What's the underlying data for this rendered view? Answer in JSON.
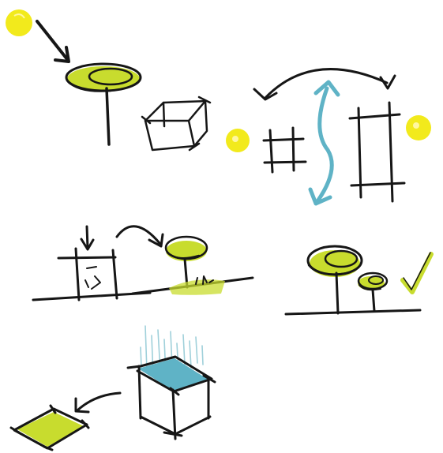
{
  "colors": {
    "ink": "#161616",
    "sun_yellow": "#f2ea1c",
    "lime_green": "#c8dc2e",
    "teal": "#5fb3c6",
    "rain_teal": "#9fd0da",
    "paper": "#ffffff"
  },
  "panels": [
    {
      "id": "sun-over-canopy",
      "icons": [
        "sun-icon",
        "arrow-icon",
        "umbrella-canopy-icon",
        "wire-cube-icon"
      ]
    },
    {
      "id": "grid-stretch",
      "icons": [
        "sun-icon",
        "small-grid-icon",
        "tall-grid-icon",
        "curved-swap-arrow-icon",
        "vertical-double-arrow-icon"
      ]
    },
    {
      "id": "building-to-canopy",
      "icons": [
        "building-icon",
        "down-arrow-icon",
        "curved-arrow-icon",
        "canopy-tree-icon",
        "grass-icon"
      ]
    },
    {
      "id": "two-canopies-check",
      "icons": [
        "large-canopy-icon",
        "small-canopy-icon",
        "checkmark-icon"
      ]
    },
    {
      "id": "rain-roof",
      "icons": [
        "rain-icon",
        "cube-with-teal-roof-icon",
        "curved-arrow-icon",
        "green-tile-icon"
      ]
    }
  ]
}
